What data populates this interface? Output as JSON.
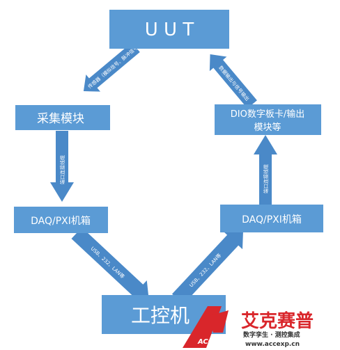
{
  "nodes": {
    "uut": "U U T",
    "acquisition_module": "采集模块",
    "dio_module_line1": "DIO数字板卡/输出",
    "dio_module_line2": "模块等",
    "daq_left": "DAQ/PXI机箱",
    "daq_right": "DAQ/PXI机箱",
    "industrial_pc": "工控机"
  },
  "edges": {
    "uut_to_acquisition": "传感器（模拟信号、脉冲信号）",
    "dio_to_uut": "数据输出与信号输出",
    "acquisition_to_daq": "端口连接线缆",
    "daq_to_dio": "端口连接线缆",
    "daq_to_pc": "USB、232、LAN等",
    "pc_to_daq": "USB、232、LAN等"
  },
  "watermark": {
    "brand": "艾克赛普",
    "tagline": "数字孪生 · 测控集成",
    "url": "www.accexp.cn",
    "logo_text": "ACCEXP"
  },
  "colors": {
    "box": "#5b9bd5",
    "arrow": "#4a89c8",
    "brand_red": "#d9262b"
  }
}
